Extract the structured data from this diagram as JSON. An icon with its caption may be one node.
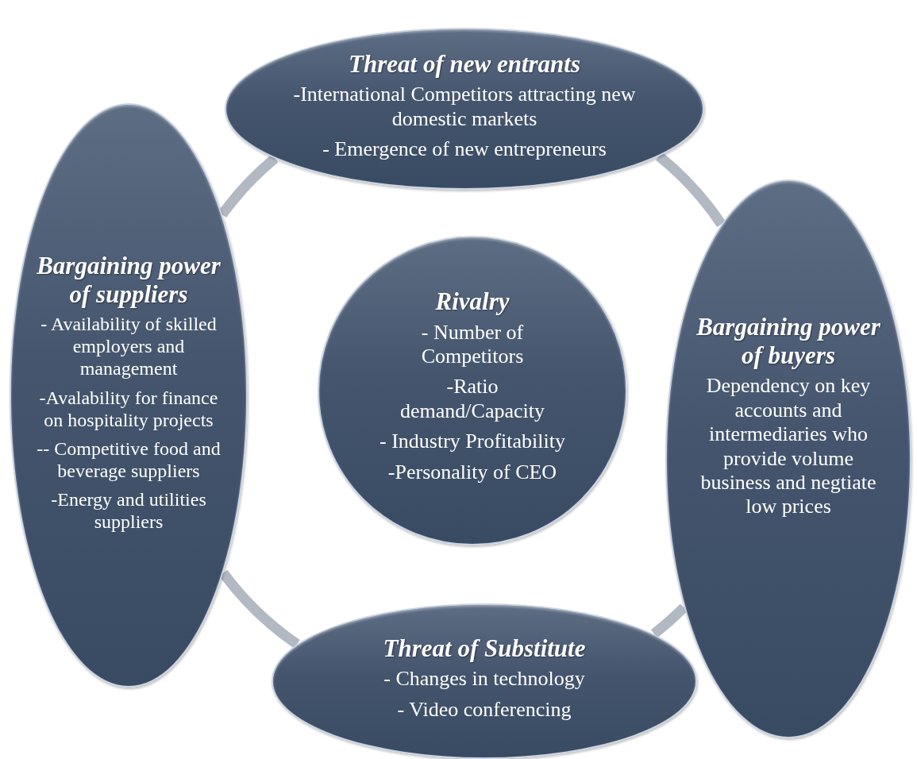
{
  "diagram": {
    "nodes": [
      {
        "text": [
          "Threat of new entrants",
          "-International Competitors attracting new domestic markets",
          "- Emergence of new entrepreneurs"
        ]
      },
      {
        "text": [
          "Bargaining power of suppliers",
          "- Availability of skilled employers and management",
          "-Avalability for finance on hospitality projects",
          "-- Competitive food and beverage suppliers",
          "-Energy and utilities suppliers"
        ]
      },
      {
        "text": [
          "Rivalry",
          "- Number of Competitors",
          "-Ratio demand/Capacity",
          "- Industry Profitability",
          "-Personality of CEO"
        ]
      },
      {
        "text": [
          "Bargaining power of buyers",
          "Dependency on key accounts and intermediaries who provide volume business and negtiate low prices"
        ]
      },
      {
        "text": [
          "Threat of Substitute",
          "- Changes in technology",
          "- Video conferencing"
        ]
      }
    ],
    "edges": [
      {
        "from": 0,
        "to": 3,
        "arrow": "none"
      },
      {
        "from": 3,
        "to": 4,
        "arrow": "none"
      },
      {
        "from": 4,
        "to": 1,
        "arrow": "none"
      },
      {
        "from": 1,
        "to": 0,
        "arrow": "none"
      }
    ]
  }
}
